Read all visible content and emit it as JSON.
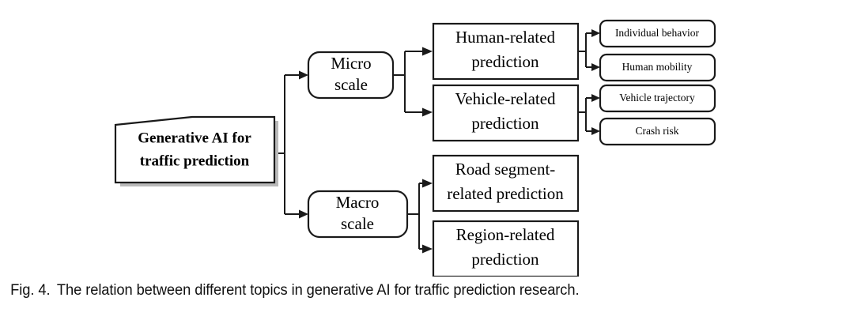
{
  "figure": {
    "caption_number": "Fig. 4.",
    "caption_text": "The relation between different topics in generative AI for traffic prediction research.",
    "background_color": "#ffffff",
    "line_color": "#1a1a1a",
    "text_color": "#000000",
    "shadow_color": "#b9b9b9"
  },
  "diagram": {
    "type": "tree",
    "orientation": "left-to-right",
    "root": {
      "id": "root",
      "label_line1": "Generative AI for",
      "label_line2": "traffic prediction",
      "shape": "banner-clipped-corner",
      "bold": true
    },
    "level1": [
      {
        "id": "micro-scale",
        "label_line1": "Micro",
        "label_line2": "scale",
        "shape": "rounded-rect"
      },
      {
        "id": "macro-scale",
        "label_line1": "Macro",
        "label_line2": "scale",
        "shape": "rounded-rect"
      }
    ],
    "level2": [
      {
        "id": "human-related-prediction",
        "parent": "micro-scale",
        "label_line1": "Human-related",
        "label_line2": "prediction",
        "shape": "rect"
      },
      {
        "id": "vehicle-related-prediction",
        "parent": "micro-scale",
        "label_line1": "Vehicle-related",
        "label_line2": "prediction",
        "shape": "rect"
      },
      {
        "id": "road-segment-related-prediction",
        "parent": "macro-scale",
        "label_line1": "Road segment-",
        "label_line2": "related prediction",
        "shape": "rect"
      },
      {
        "id": "region-related-prediction",
        "parent": "macro-scale",
        "label_line1": "Region-related",
        "label_line2": "prediction",
        "shape": "rect"
      }
    ],
    "level3": [
      {
        "id": "individual-behavior",
        "parent": "human-related-prediction",
        "label": "Individual behavior",
        "shape": "rounded-rect"
      },
      {
        "id": "human-mobility",
        "parent": "human-related-prediction",
        "label": "Human mobility",
        "shape": "rounded-rect"
      },
      {
        "id": "vehicle-trajectory",
        "parent": "vehicle-related-prediction",
        "label": "Vehicle trajectory",
        "shape": "rounded-rect"
      },
      {
        "id": "crash-risk",
        "parent": "vehicle-related-prediction",
        "label": "Crash risk",
        "shape": "rounded-rect"
      }
    ]
  }
}
